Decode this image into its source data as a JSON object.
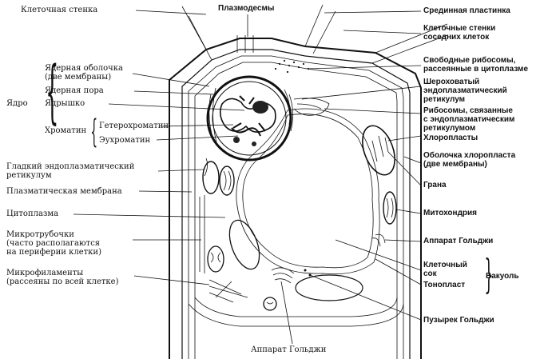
{
  "labels": {
    "cell_wall": "Клеточная стенка",
    "plasmodesmata": "Плазмодесмы",
    "middle_lamella": "Срединная пластинка",
    "adjacent_walls": [
      "Клеточные стенки",
      "соседних клеток"
    ],
    "nucleus": "Ядро",
    "nuclear_envelope": [
      "Ядерная оболочка",
      "(две мембраны)"
    ],
    "nuclear_pore": "Ядерная пора",
    "nucleolus": "Ядрышко",
    "chromatin": "Хроматин",
    "heterochromatin": "Гетерохроматин",
    "euchromatin": "Эухроматин",
    "free_ribosomes": [
      "Свободные рибосомы,",
      "рассеянные в цитоплазме"
    ],
    "rough_er": [
      "Шероховатый",
      "эндоплазматический",
      "ретикулум"
    ],
    "bound_ribosomes": [
      "Рибосомы, связанные",
      "с эндоплазматическим",
      "ретикулумом"
    ],
    "chloroplasts": "Хлоропласты",
    "chloroplast_envelope": [
      "Оболочка хлоропласта",
      "(две мембраны)"
    ],
    "smooth_er": [
      "Гладкий эндоплазматический",
      "ретикулум"
    ],
    "plasma_membrane": "Плазматическая мембрана",
    "grana": "Грана",
    "cytoplasm": "Цитоплазма",
    "mitochondrion": "Митохондрия",
    "microtubules": [
      "Микротрубочки",
      "(часто располагаются",
      "на периферии клетки)"
    ],
    "golgi_right": "Аппарат Гольджи",
    "microfilaments": [
      "Микрофиламенты",
      "(рассеяны по всей клетке)"
    ],
    "cell_sap": [
      "Клеточный",
      "сок"
    ],
    "vacuole": "Вакуоль",
    "tonoplast": "Тонопласт",
    "golgi_vesicle": "Пузырек Гольджи",
    "golgi_bottom": "Аппарат Гольджи"
  }
}
